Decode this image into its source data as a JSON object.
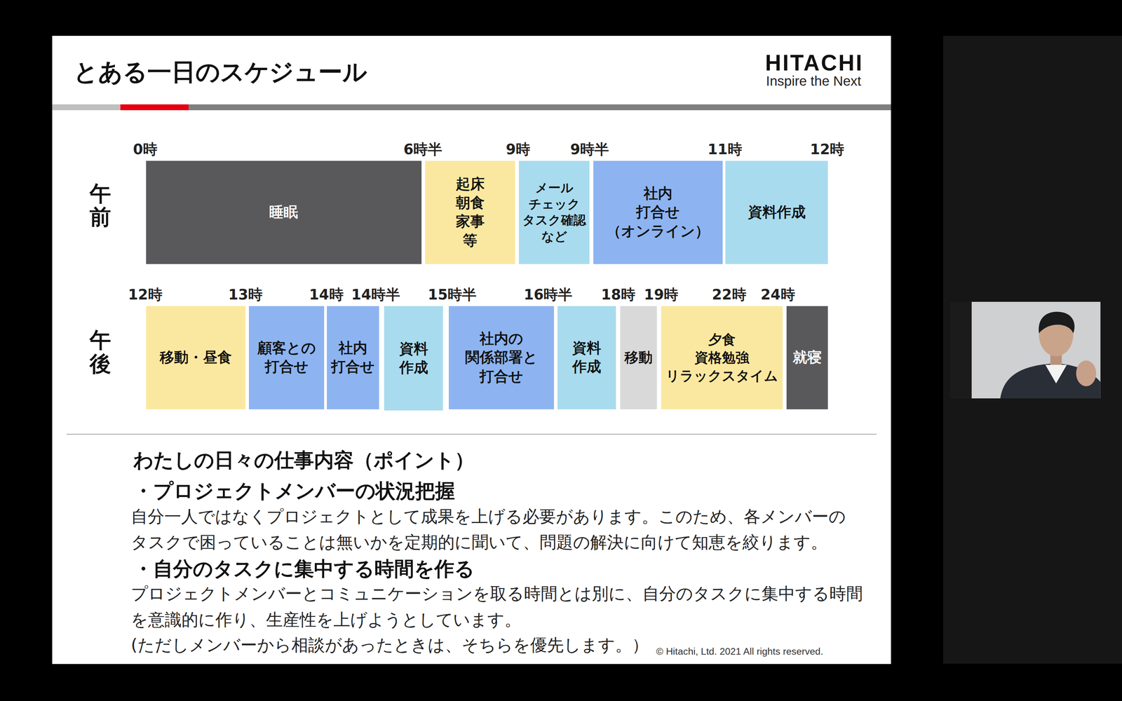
{
  "diagram": {
    "title": "とある一日のスケジュール",
    "nodes": [
      {
        "text": [
          "睡眠"
        ]
      },
      {
        "text": [
          "起床 朝食 家事 等"
        ]
      },
      {
        "text": [
          "メール チェック タスク確認 など"
        ]
      },
      {
        "text": [
          "社内 打合せ （オンライン）"
        ]
      },
      {
        "text": [
          "資料作成"
        ]
      },
      {
        "text": [
          "移動・昼食"
        ]
      },
      {
        "text": [
          "顧客との 打合せ"
        ]
      },
      {
        "text": [
          "社内 打合せ"
        ]
      },
      {
        "text": [
          "資料 作成"
        ]
      },
      {
        "text": [
          "社内の 関係部署と 打合せ"
        ]
      },
      {
        "text": [
          "資料 作成"
        ]
      },
      {
        "text": [
          "移動"
        ]
      },
      {
        "text": [
          "夕食 資格勉強 リラックスタイム"
        ]
      },
      {
        "text": [
          "就寝"
        ]
      }
    ],
    "labels": [
      "HITACHI",
      "Inspire the Next",
      "午前",
      "0時",
      "6時半",
      "9時",
      "9時半",
      "11時",
      "12時",
      "午後",
      "12時",
      "13時",
      "14時",
      "14時半",
      "15時半",
      "16時半",
      "18時",
      "19時",
      "22時",
      "24時",
      "わたしの日々の仕事内容（ポイント）",
      "・プロジェクトメンバーの状況把握",
      "自分一人ではなくプロジェクトとして成果を上げる必要があります。このため、各メンバーの タスクで困っていることは無いかを定期的に聞いて、問題の解決に向けて知恵を絞ります。",
      "・自分のタスクに集中する時間を作る",
      "プロジェクトメンバーとコミュニケーションを取る時間とは別に、自分のタスクに集中する時間 を意識的に作り、生産性を上げようとしています。",
      "(ただしメンバーから相談があったときは、そちらを優先します。）",
      "© Hitachi, Ltd. 2021 All rights reserved."
    ]
  }
}
